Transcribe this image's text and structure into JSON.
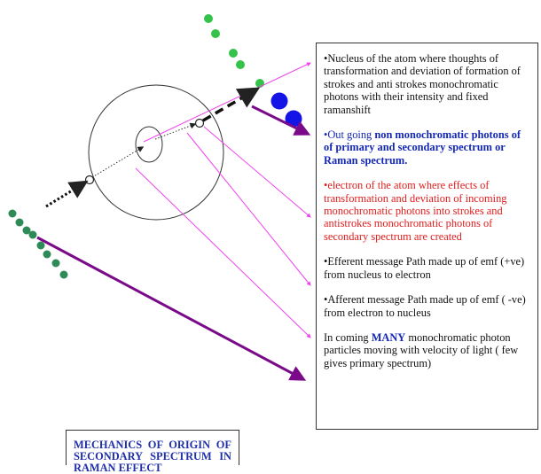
{
  "colors": {
    "dot_green": "#2e8b57",
    "dot_bright_green": "#35c24a",
    "dot_blue": "#1414e6",
    "line_magenta": "#ee44ee",
    "arrow_purple": "#7a0a8a",
    "text_blue": "#1428b4",
    "text_red": "#e31c1c"
  },
  "notes": [
    {
      "bullet": "•",
      "text": "Nucleus of the  atom where thoughts of transformation and deviation of  formation of strokes and anti strokes monochromatic photons with their intensity and fixed ramanshift"
    },
    {
      "bullet": "•",
      "prefix": "Out going ",
      "highlight": "non monochromatic",
      "suffix": " photons of  of primary and secondary spectrum or Raman spectrum."
    },
    {
      "bullet": "•",
      "text": "electron of the atom where effects of transformation and deviation of incoming monochromatic photons into strokes and antistrokes monochromatic photons of secondary spectrum  are created"
    },
    {
      "bullet": "•",
      "text": "Efferent message  Path made up of emf (+ve) from nucleus to electron"
    },
    {
      "bullet": "•",
      "text": "Afferent message Path made up of emf ( -ve) from electron to nucleus"
    },
    {
      "prefix": "In coming ",
      "highlight": "MANY",
      "suffix": " monochromatic photon particles  moving with velocity of light  ( few gives primary spectrum)"
    }
  ],
  "title": "MECHANICS OF ORIGIN OF SECONDARY     SPECTRUM IN RAMAN EFFECT"
}
